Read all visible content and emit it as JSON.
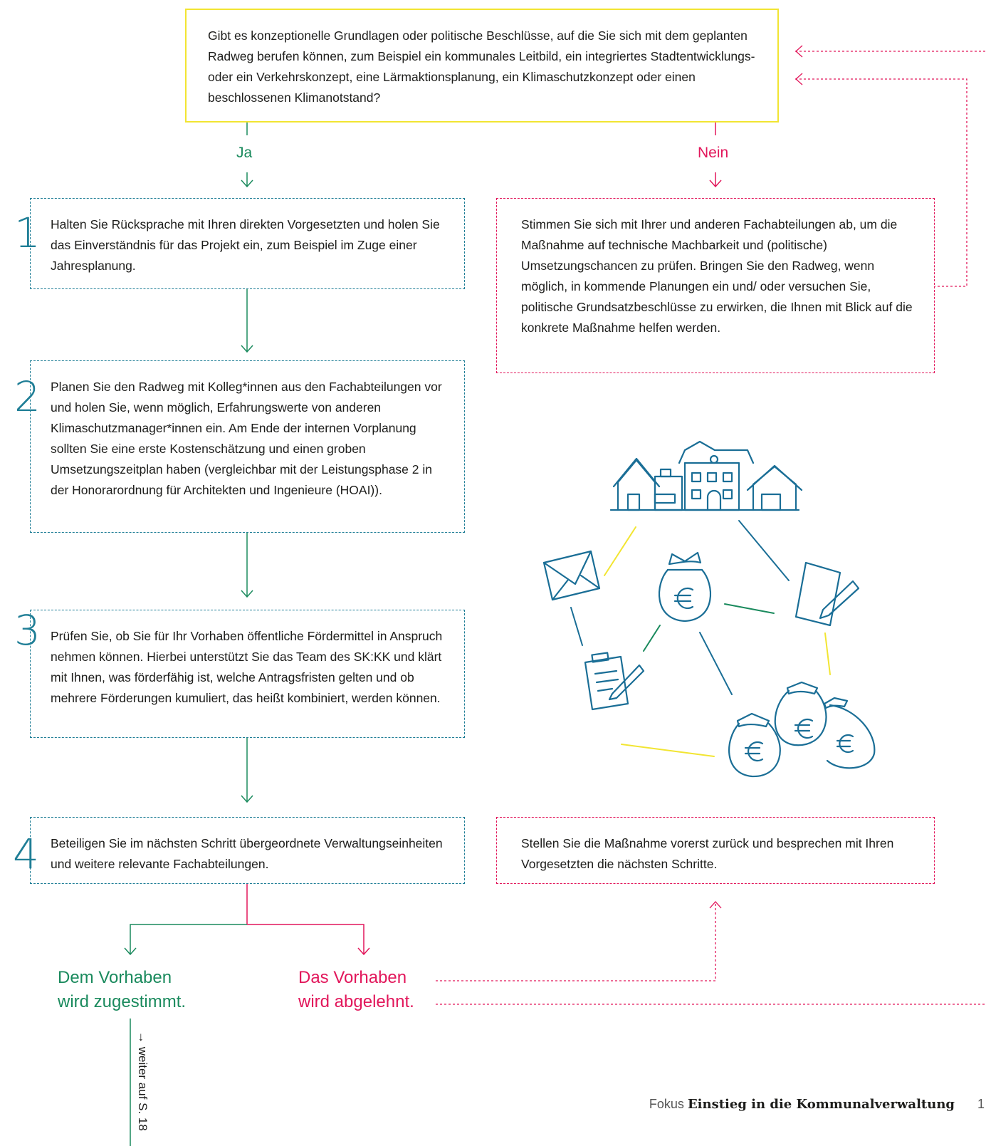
{
  "question": {
    "text": "Gibt es konzeptionelle Grundlagen oder politische Beschlüsse, auf die Sie sich mit dem geplanten Radweg berufen können, zum Beispiel ein kommunales Leitbild, ein integriertes Stadtentwicklungs- oder ein Verkehrskonzept, eine Lärmaktionspla­nung, ein Klimaschutzkonzept oder einen beschlossenen Klimanotstand?"
  },
  "labels": {
    "yes": "Ja",
    "no": "Nein"
  },
  "steps": [
    {
      "number": "1",
      "text": "Halten Sie Rücksprache mit Ihren direkten Vorgesetzten und holen Sie das Einverständnis für das Projekt ein, zum Beispiel im Zuge einer Jahresplanung."
    },
    {
      "number": "2",
      "text": "Planen Sie den Radweg mit Kolleg*innen aus den Fachab­teilungen vor und holen Sie, wenn möglich, Erfahrungswerte von anderen Klimaschutzmanager*innen ein. Am Ende der internen Vorplanung sollten Sie eine erste Kostenschätzung und einen groben Umsetzungszeitplan haben (vergleichbar mit der Leistungsphase 2 in der Honorarordnung für Archi­tekten und Ingenieure (HOAI))."
    },
    {
      "number": "3",
      "text": "Prüfen Sie, ob Sie für Ihr Vorhaben öffentliche Fördermittel in Anspruch nehmen können. Hierbei unterstützt Sie das Team des SK:KK und klärt mit Ihnen, was förderfähig ist, welche Antragsfristen gelten und ob mehrere Förderungen kumu­liert, das heißt kombiniert, werden können."
    },
    {
      "number": "4",
      "text": "Beteiligen Sie im nächsten Schritt übergeordnete Verwaltungseinheiten und weitere relevante Fachabteilungen."
    }
  ],
  "no_box": {
    "text": "Stimmen Sie sich mit Ihrer und anderen Fachabteilungen ab, um die Maßnahme auf technische Machbarkeit und (politische) Umsetzungschancen zu prüfen. Bringen Sie den Radweg, wenn möglich, in kommende Planungen ein und/ oder versuchen Sie, politische Grundsatzbeschlüsse zu erwirken, die Ihnen mit Blick auf die konkrete Maßnahme helfen werden."
  },
  "postpone_box": {
    "text": "Stellen Sie die Maßnahme vorerst zurück und besprechen mit Ihren Vorgesetzten die nächsten Schritte."
  },
  "outcomes": {
    "approved_line1": "Dem Vorhaben",
    "approved_line2": "wird zugestimmt.",
    "rejected_line1": "Das Vorhaben",
    "rejected_line2": "wird abgelehnt."
  },
  "continue_note": "→ weiter auf S. 18",
  "footer": {
    "prefix": "Fokus",
    "title": "Einstieg in die Kommunalverwaltung",
    "page": "1"
  },
  "colors": {
    "yellow": "#f2e532",
    "green": "#1a8a5d",
    "red": "#e2175b",
    "blue": "#1f7e96"
  },
  "illustration_icons": [
    "houses-icon",
    "mail-icon",
    "money-bag-icon",
    "document-pen-icon",
    "clipboard-icon",
    "money-bags-icon"
  ]
}
